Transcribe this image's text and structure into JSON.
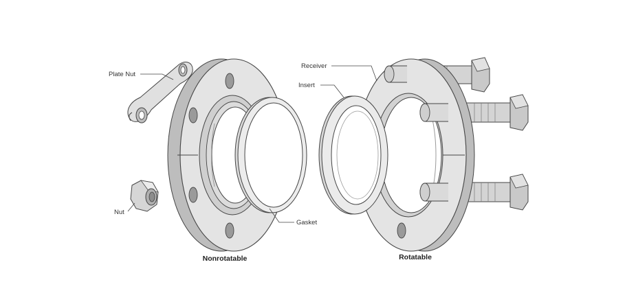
{
  "diagram": {
    "labels": {
      "plate_nut": "Plate Nut",
      "nut": "Nut",
      "gasket": "Gasket",
      "receiver": "Receiver",
      "insert": "Insert"
    },
    "captions": {
      "nonrotatable": "Nonrotatable",
      "rotatable": "Rotatable"
    },
    "colors": {
      "line": "#444444",
      "face_light": "#e4e4e4",
      "face_mid": "#cfcfcf",
      "face_dark": "#b4b4b4",
      "hole": "#9a9a9a"
    }
  }
}
